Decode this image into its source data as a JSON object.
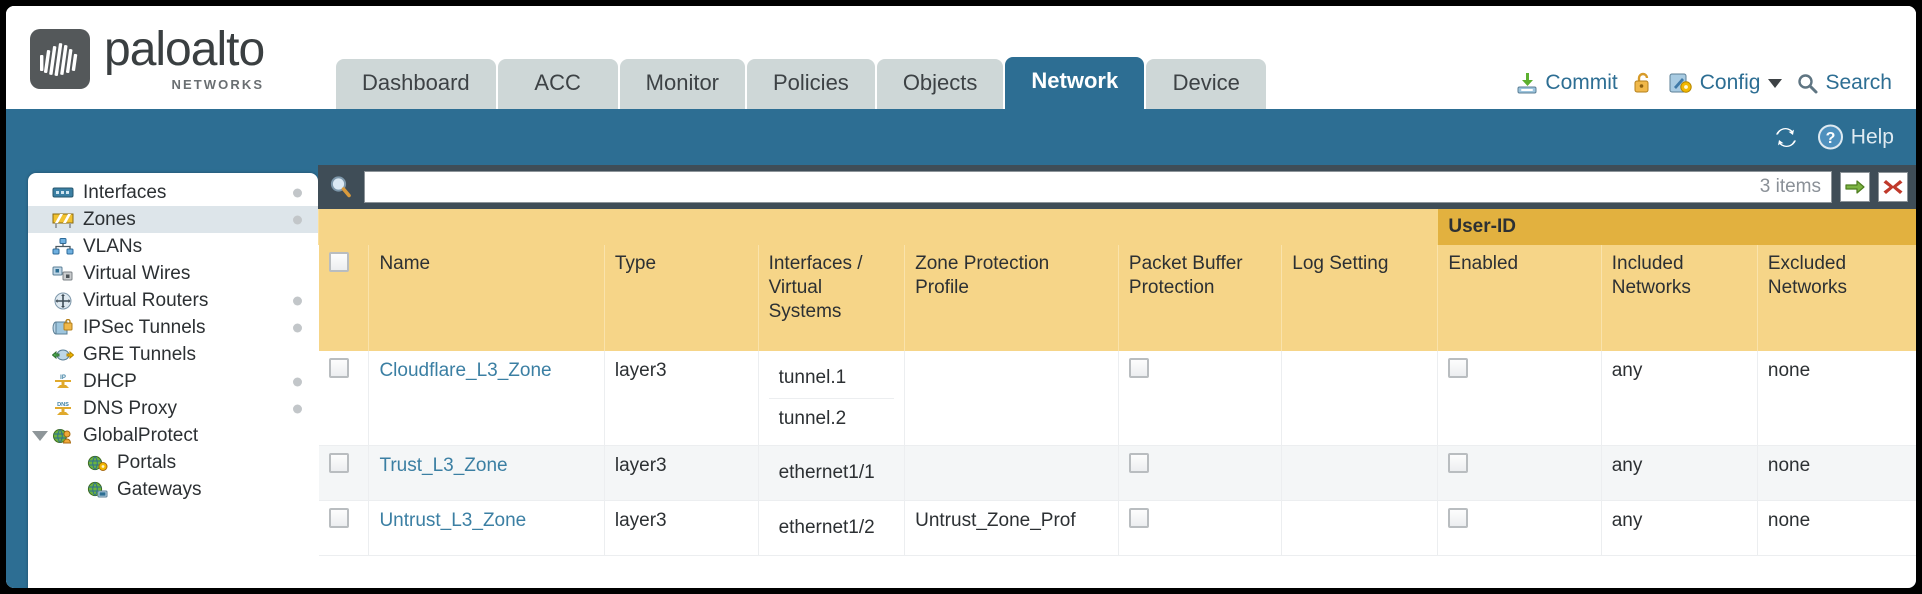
{
  "brand": {
    "name": "paloalto",
    "tagline": "NETWORKS",
    "registered": "®",
    "logo_icon": "paloalto-waveform-logo"
  },
  "nav": {
    "tabs": [
      {
        "label": "Dashboard",
        "active": false
      },
      {
        "label": "ACC",
        "active": false
      },
      {
        "label": "Monitor",
        "active": false
      },
      {
        "label": "Policies",
        "active": false
      },
      {
        "label": "Objects",
        "active": false
      },
      {
        "label": "Network",
        "active": true
      },
      {
        "label": "Device",
        "active": false
      }
    ]
  },
  "header_tools": {
    "commit": {
      "label": "Commit",
      "icon": "commit-save-icon"
    },
    "lock": {
      "label": "",
      "icon": "padlock-unlocked-icon"
    },
    "config": {
      "label": "Config",
      "icon": "config-wrench-gear-icon",
      "caret": "chevron-down-icon"
    },
    "search": {
      "label": "Search",
      "icon": "search-magnifier-icon"
    }
  },
  "band_tools": {
    "refresh": {
      "label": "",
      "icon": "refresh-icon"
    },
    "help": {
      "label": "Help",
      "icon": "help-question-icon"
    }
  },
  "sidebar": {
    "items": [
      {
        "label": "Interfaces",
        "icon": "interfaces-icon",
        "dot": true,
        "selected": false,
        "child": false,
        "twisty": false
      },
      {
        "label": "Zones",
        "icon": "zones-barrier-icon",
        "dot": true,
        "selected": true,
        "child": false,
        "twisty": false
      },
      {
        "label": "VLANs",
        "icon": "vlans-network-icon",
        "dot": false,
        "selected": false,
        "child": false,
        "twisty": false
      },
      {
        "label": "Virtual Wires",
        "icon": "virtual-wires-icon",
        "dot": false,
        "selected": false,
        "child": false,
        "twisty": false
      },
      {
        "label": "Virtual Routers",
        "icon": "virtual-routers-icon",
        "dot": true,
        "selected": false,
        "child": false,
        "twisty": false
      },
      {
        "label": "IPSec Tunnels",
        "icon": "ipsec-tunnels-icon",
        "dot": true,
        "selected": false,
        "child": false,
        "twisty": false
      },
      {
        "label": "GRE Tunnels",
        "icon": "gre-tunnels-icon",
        "dot": false,
        "selected": false,
        "child": false,
        "twisty": false
      },
      {
        "label": "DHCP",
        "icon": "dhcp-icon",
        "dot": true,
        "selected": false,
        "child": false,
        "twisty": false
      },
      {
        "label": "DNS Proxy",
        "icon": "dns-proxy-icon",
        "dot": true,
        "selected": false,
        "child": false,
        "twisty": false
      },
      {
        "label": "GlobalProtect",
        "icon": "globalprotect-icon",
        "dot": false,
        "selected": false,
        "child": false,
        "twisty": true
      },
      {
        "label": "Portals",
        "icon": "portals-icon",
        "dot": false,
        "selected": false,
        "child": true,
        "twisty": false
      },
      {
        "label": "Gateways",
        "icon": "gateways-icon",
        "dot": false,
        "selected": false,
        "child": true,
        "twisty": false
      }
    ]
  },
  "search": {
    "value": "",
    "placeholder": "",
    "items_count": "3 items",
    "apply_icon": "green-arrow-apply-icon",
    "clear_icon": "red-x-clear-icon",
    "search_icon": "search-magnifier-icon"
  },
  "table": {
    "group_header": {
      "label": "User-ID",
      "span": 3
    },
    "columns": [
      "",
      "Name",
      "Type",
      "Interfaces / Virtual Systems",
      "Zone Protection Profile",
      "Packet Buffer Protection",
      "Log Setting",
      "Enabled",
      "Included Networks",
      "Excluded Networks"
    ],
    "rows": [
      {
        "checkbox": false,
        "name": "Cloudflare_L3_Zone",
        "type": "layer3",
        "interfaces": [
          "tunnel.1",
          "tunnel.2"
        ],
        "zone_protection_profile": "",
        "packet_buffer_protection": false,
        "log_setting": "",
        "userid_enabled": false,
        "included_networks": "any",
        "excluded_networks": "none"
      },
      {
        "checkbox": false,
        "name": "Trust_L3_Zone",
        "type": "layer3",
        "interfaces": [
          "ethernet1/1"
        ],
        "zone_protection_profile": "",
        "packet_buffer_protection": false,
        "log_setting": "",
        "userid_enabled": false,
        "included_networks": "any",
        "excluded_networks": "none"
      },
      {
        "checkbox": false,
        "name": "Untrust_L3_Zone",
        "type": "layer3",
        "interfaces": [
          "ethernet1/2"
        ],
        "zone_protection_profile": "Untrust_Zone_Prof",
        "packet_buffer_protection": false,
        "log_setting": "",
        "userid_enabled": false,
        "included_networks": "any",
        "excluded_networks": "none"
      }
    ]
  },
  "colors": {
    "brand_blue": "#2d6e93",
    "header_gold": "#f6d588",
    "group_gold": "#e2b13f",
    "panel_dark": "#3f4d57",
    "link_blue": "#3b7fa3"
  }
}
